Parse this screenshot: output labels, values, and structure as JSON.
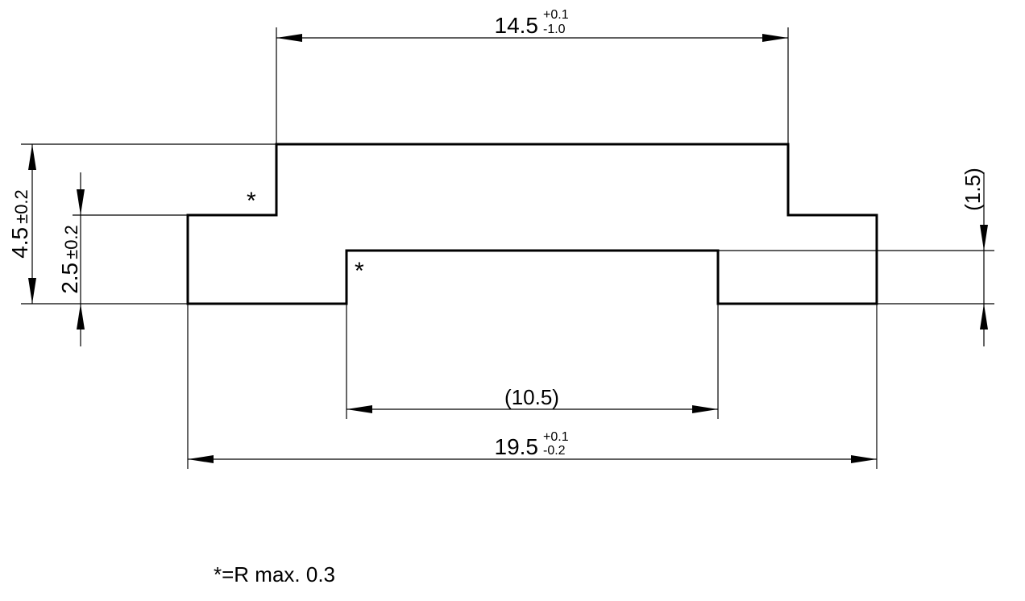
{
  "drawing": {
    "dims": {
      "top_width": {
        "value": "14.5",
        "tol_upper": "+0.1",
        "tol_lower": "-1.0"
      },
      "bottom_width": {
        "value": "19.5",
        "tol_upper": "+0.1",
        "tol_lower": "-0.2"
      },
      "recess_width": {
        "value": "(10.5)"
      },
      "overall_height": {
        "value": "4.5",
        "tol": "±0.2"
      },
      "step_height": {
        "value": "2.5",
        "tol": "±0.2"
      },
      "recess_depth": {
        "value": "(1.5)"
      }
    },
    "radius_marker": "*",
    "note": "*=R max. 0.3"
  }
}
